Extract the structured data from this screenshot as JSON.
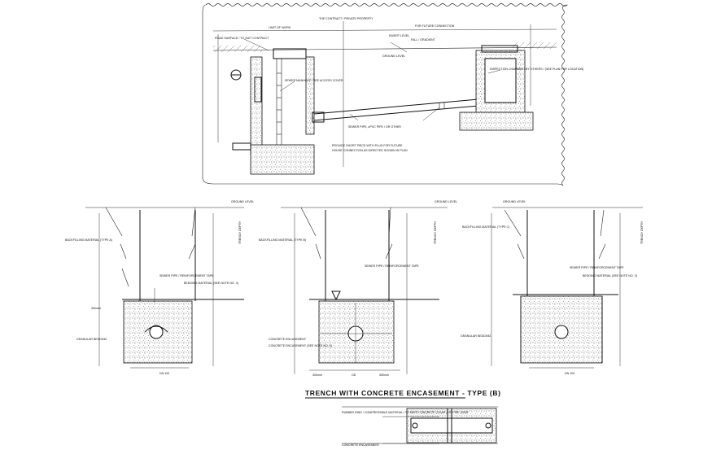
{
  "sheet": {
    "bg": "#ffffff",
    "ink": "#111111"
  },
  "top_section": {
    "name": "house-connection-longitudinal-section",
    "labels": {
      "top_center": "THE CONTRACT / PRIVATE PROPERTY",
      "left_span": "LIMIT OF WORK",
      "right_span": "FOR FUTURE CONNECTION",
      "road_surface": "ROAD SURFACE / TO SUIT CONTRACT",
      "ground_level": "GROUND LEVEL",
      "manhole_note": "SEWER MANHOLE / SEE ACCESS COVER",
      "pipe_note": "SEWER PIPE, uPVC PIPE / OR OTHER",
      "invert_note": "INVERT LEVEL",
      "gradient_note": "FALL / GRADIENT",
      "inspection_chamber": "INSPECTION CHAMBER / BY OTHERS / (SEE PLAN FOR LOCATION)",
      "bottom_note_1": "PROVIDE SHORT PIECE WITH PLUG FOR FUTURE",
      "bottom_note_2": "HOUSE CONNECTION AS DIRECTED SHOWN IN PLAN"
    }
  },
  "trench_sections": [
    {
      "id": "A",
      "ground_label": "GROUND LEVEL",
      "backfill_label": "BACKFILLING MATERIAL (TYPE A)",
      "pipe_label": "SEWER PIPE / REINFORCEMENT TAPE",
      "bedding_label": "BEDDING MATERIAL (SEE NOTE NO. 3)",
      "side_label": "TRENCH DEPTH",
      "dim_bottom": "DN 100",
      "dim_cover": "300mm",
      "base_label": "GRANULAR BEDDING"
    },
    {
      "id": "B",
      "ground_label": "GROUND LEVEL",
      "backfill_label": "BACKFILLING MATERIAL (TYPE B)",
      "pipe_label": "SEWER PIPE / REINFORCEMENT TAPE",
      "bedding_label": "CONCRETE ENCASEMENT",
      "side_label": "TRENCH DEPTH",
      "dim_left": "300mm",
      "dim_center": "OD",
      "dim_right": "300mm",
      "base_label": "CONCRETE ENCASEMENT (SEE NOTE NO. 3)"
    },
    {
      "id": "C",
      "ground_label": "GROUND LEVEL",
      "backfill_label": "BACKFILLING MATERIAL (TYPE C)",
      "pipe_label": "SEWER PIPE / REINFORCEMENT TAPE",
      "bedding_label": "BEDDING MATERIAL (SEE NOTE NO. 3)",
      "side_label": "TRENCH DEPTH",
      "dim_bottom": "DN 100",
      "base_label": "GRANULAR BEDDING"
    }
  ],
  "caption": {
    "title": "TRENCH WITH CONCRETE ENCASEMENT - TYPE (B)"
  },
  "joint_detail": {
    "label_1": "RUBBER RING / COMPRESSIBLE MATERIAL / TO KEEP CONCRETE CLEAR / OF PIPE JOINT",
    "label_2": "CONCRETE ENCASEMENT"
  }
}
